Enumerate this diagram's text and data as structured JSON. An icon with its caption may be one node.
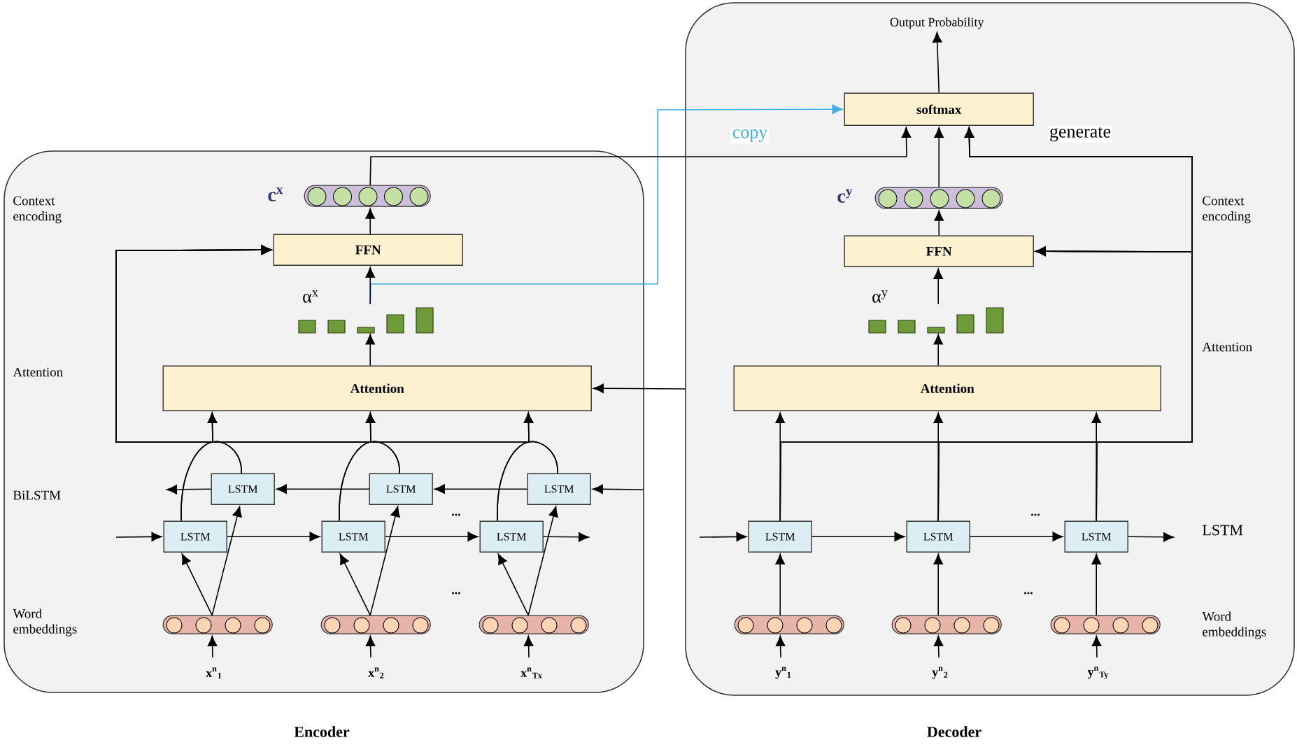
{
  "diagram": {
    "nodes": [
      {
        "text": [
          "Encoder"
        ]
      },
      {
        "text": [
          "Decoder"
        ]
      },
      {
        "text": [
          "FFN"
        ],
        "in": 0
      },
      {
        "text": [],
        "shape": "circles",
        "beside": [
          "c$^{x}$"
        ],
        "in": 0
      },
      {
        "text": [],
        "shape": "bar",
        "beside": [
          "α$^{x}$"
        ],
        "in": 0
      },
      {
        "text": [
          "Attention"
        ],
        "in": 0
      },
      {
        "text": [
          "LSTM"
        ],
        "in": 0
      },
      {
        "text": [
          "LSTM"
        ],
        "in": 0
      },
      {
        "text": [
          "LSTM"
        ],
        "in": 0
      },
      {
        "text": [
          "LSTM"
        ],
        "in": 0
      },
      {
        "text": [
          "LSTM"
        ],
        "in": 0
      },
      {
        "text": [
          "LSTM"
        ],
        "in": 0
      },
      {
        "text": [],
        "shape": "circles",
        "beside": [
          "x$^{n}$$_{1}$"
        ],
        "in": 0
      },
      {
        "text": [],
        "shape": "circles",
        "beside": [
          "x$^{n}$$_{2}$"
        ],
        "in": 0
      },
      {
        "text": [],
        "shape": "circles",
        "beside": [
          "x$^{n}$$_{Tx}$"
        ],
        "in": 0
      },
      {
        "text": [
          "softmax"
        ],
        "in": 1
      },
      {
        "text": [],
        "shape": "circles",
        "beside": [
          "c$^{y}$"
        ],
        "in": 1
      },
      {
        "text": [
          "FFN"
        ],
        "in": 1
      },
      {
        "text": [],
        "shape": "bar",
        "beside": [
          "α$^{y}$"
        ],
        "in": 1
      },
      {
        "text": [
          "Attention"
        ],
        "in": 1
      },
      {
        "text": [
          "LSTM"
        ],
        "in": 1
      },
      {
        "text": [
          "LSTM"
        ],
        "in": 1
      },
      {
        "text": [
          "LSTM"
        ],
        "in": 1
      },
      {
        "text": [],
        "shape": "circles",
        "beside": [
          "y$^{n}$$_{1}$"
        ],
        "in": 1
      },
      {
        "text": [],
        "shape": "circles",
        "beside": [
          "y$^{n}$$_{2}$"
        ],
        "in": 1
      },
      {
        "text": [],
        "shape": "circles",
        "beside": [
          "y$^{n}$$_{Ty}$"
        ],
        "in": 1
      },
      {
        "text": [
          "Output Probability"
        ],
        "in": 1
      }
    ],
    "edges": [
      {
        "from": null,
        "to": 12,
        "arrow": "to"
      },
      {
        "from": null,
        "to": 13,
        "arrow": "to"
      },
      {
        "from": null,
        "to": 14,
        "arrow": "to"
      },
      {
        "from": 12,
        "to": 6,
        "arrow": "to"
      },
      {
        "from": 12,
        "to": 9,
        "arrow": "to"
      },
      {
        "from": 13,
        "to": 7,
        "arrow": "to"
      },
      {
        "from": 13,
        "to": 10,
        "arrow": "to"
      },
      {
        "from": 14,
        "to": 8,
        "arrow": "to"
      },
      {
        "from": 14,
        "to": 11,
        "arrow": "to"
      },
      {
        "from": null,
        "to": 6,
        "arrow": "to"
      },
      {
        "from": 6,
        "to": 7,
        "arrow": "to"
      },
      {
        "from": 7,
        "to": 8,
        "arrow": "to"
      },
      {
        "from": 8,
        "to": null,
        "arrow": "to"
      },
      {
        "from": null,
        "to": 11,
        "arrow": "to"
      },
      {
        "from": 11,
        "to": 10,
        "arrow": "to"
      },
      {
        "from": 10,
        "to": 9,
        "arrow": "to"
      },
      {
        "from": 9,
        "to": null,
        "arrow": "to"
      },
      {
        "from": 6,
        "to": 5,
        "arrow": "to"
      },
      {
        "from": 9,
        "to": 5,
        "arrow": "to"
      },
      {
        "from": 7,
        "to": 5,
        "arrow": "to"
      },
      {
        "from": 10,
        "to": 5,
        "arrow": "to"
      },
      {
        "from": 8,
        "to": 5,
        "arrow": "to"
      },
      {
        "from": 11,
        "to": 5,
        "arrow": "to"
      },
      {
        "from": 6,
        "to": 2,
        "arrow": "to"
      },
      {
        "from": 9,
        "to": 2,
        "arrow": "to"
      },
      {
        "from": 7,
        "to": 2,
        "arrow": "to"
      },
      {
        "from": 10,
        "to": 2,
        "arrow": "to"
      },
      {
        "from": 8,
        "to": 2,
        "arrow": "to"
      },
      {
        "from": 11,
        "to": 2,
        "arrow": "to"
      },
      {
        "from": 1,
        "to": 5,
        "arrow": "to"
      },
      {
        "from": 5,
        "to": 4,
        "arrow": "to"
      },
      {
        "from": 4,
        "to": 2,
        "arrow": "to"
      },
      {
        "from": 2,
        "to": 3,
        "arrow": "to"
      },
      {
        "from": 3,
        "to": 15,
        "arrow": "to"
      },
      {
        "from": 4,
        "to": 15,
        "arrow": "to",
        "label": "copy",
        "color": "#3fb0e0"
      },
      {
        "from": null,
        "to": 23,
        "arrow": "to"
      },
      {
        "from": null,
        "to": 24,
        "arrow": "to"
      },
      {
        "from": null,
        "to": 25,
        "arrow": "to"
      },
      {
        "from": 23,
        "to": 20,
        "arrow": "to"
      },
      {
        "from": 24,
        "to": 21,
        "arrow": "to"
      },
      {
        "from": 25,
        "to": 22,
        "arrow": "to"
      },
      {
        "from": null,
        "to": 20,
        "arrow": "to"
      },
      {
        "from": 20,
        "to": 21,
        "arrow": "to"
      },
      {
        "from": 21,
        "to": 22,
        "arrow": "to"
      },
      {
        "from": 22,
        "to": null,
        "arrow": "to"
      },
      {
        "from": 20,
        "to": 19,
        "arrow": "to"
      },
      {
        "from": 21,
        "to": 19,
        "arrow": "to"
      },
      {
        "from": 22,
        "to": 19,
        "arrow": "to"
      },
      {
        "from": 20,
        "to": 17,
        "arrow": "to"
      },
      {
        "from": 21,
        "to": 17,
        "arrow": "to"
      },
      {
        "from": 22,
        "to": 17,
        "arrow": "to"
      },
      {
        "from": 20,
        "to": 15,
        "arrow": "to"
      },
      {
        "from": 21,
        "to": 15,
        "arrow": "to"
      },
      {
        "from": 22,
        "to": 15,
        "arrow": "to"
      },
      {
        "from": 19,
        "to": 18,
        "arrow": "to"
      },
      {
        "from": 18,
        "to": 17,
        "arrow": "to"
      },
      {
        "from": 17,
        "to": 16,
        "arrow": "to"
      },
      {
        "from": 16,
        "to": 15,
        "arrow": "to"
      },
      {
        "from": 15,
        "to": 26,
        "arrow": "to"
      }
    ],
    "labels": [
      "generate",
      "Context encoding",
      "Context encoding",
      "Attention",
      "Attention",
      "BiLSTM",
      "...",
      "...",
      "LSTM",
      "...",
      "...",
      "Word embeddings",
      "Word embeddings"
    ]
  }
}
